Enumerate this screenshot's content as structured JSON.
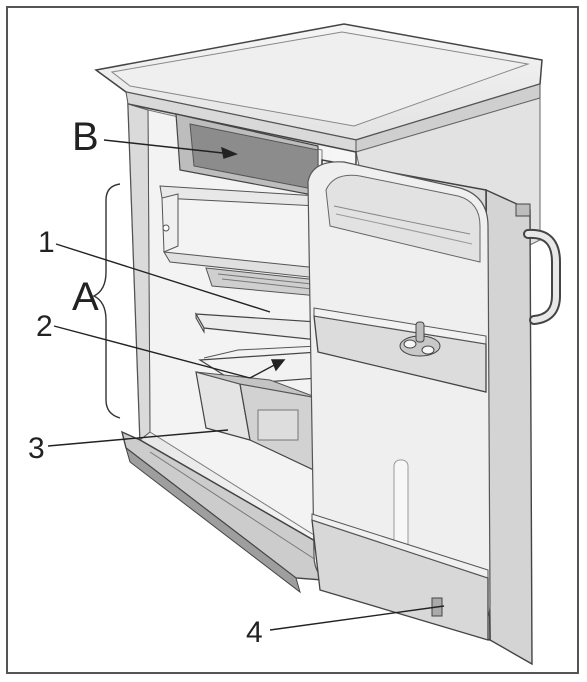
{
  "diagram": {
    "labels": {
      "A": "A",
      "B": "B",
      "one": "1",
      "two": "2",
      "three": "3",
      "four": "4"
    },
    "colors": {
      "line": "#333333",
      "light": "#eeeeee",
      "mid": "#d6d6d6",
      "dark": "#8a8a8a",
      "shadow": "#b8b8b8"
    }
  }
}
